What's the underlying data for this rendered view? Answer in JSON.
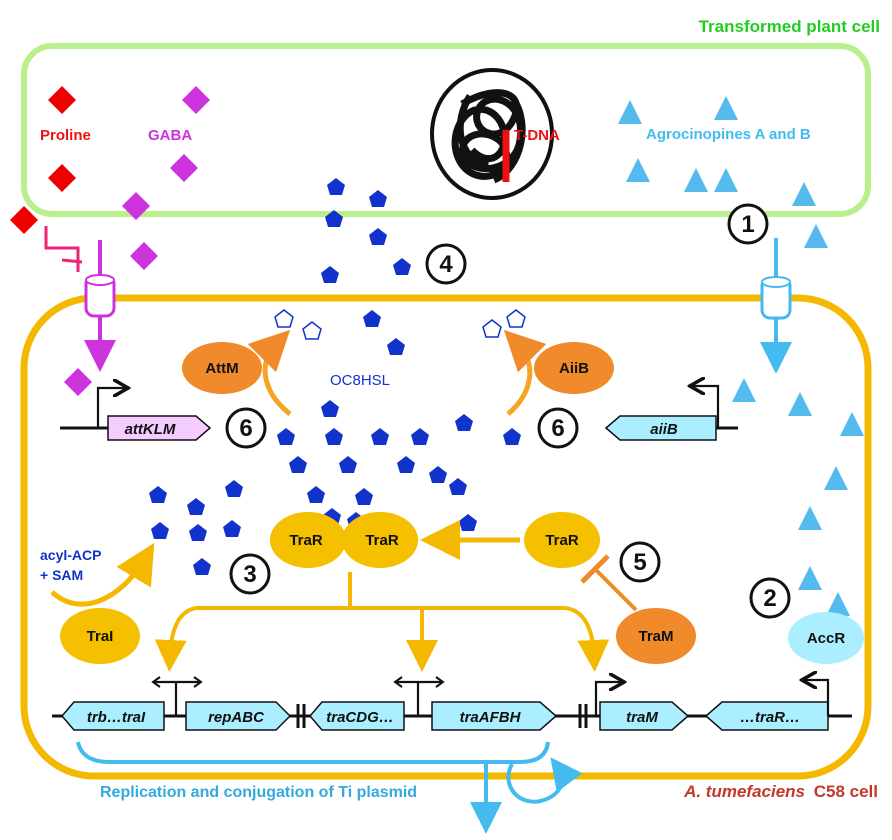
{
  "plant_cell": {
    "label": "Transformed plant cell",
    "color": "#33cc33"
  },
  "bacterial_cell": {
    "label_species": "A. tumefaciens",
    "label_strain": "C58 cell",
    "color": "#c0392b"
  },
  "molecules": {
    "proline": "Proline",
    "gaba": "GABA",
    "tdna": "T-DNA",
    "agrocinopines": "Agrocinopines A and B",
    "signal": "OC8HSL",
    "acyl_acp": "acyl-ACP",
    "sam": "+ SAM"
  },
  "proteins": {
    "attm": "AttM",
    "aiib": "AiiB",
    "trar1": "TraR",
    "trar2": "TraR",
    "trar_free": "TraR",
    "trai": "TraI",
    "tram": "TraM",
    "accr": "AccR"
  },
  "genes": {
    "attklm": "attKLM",
    "aiib": "aiiB",
    "trb_trai": "trb…traI",
    "repabc": "repABC",
    "tracdg": "traCDG…",
    "traafbh": "traAFBH",
    "tram": "traM",
    "trar": "…traR…"
  },
  "steps": [
    "1",
    "2",
    "3",
    "4",
    "5",
    "6",
    "6"
  ],
  "footer": {
    "replication": "Replication and conjugation of Ti plasmid"
  },
  "colors": {
    "proline": "#ee0000",
    "gaba": "#cc33dd",
    "agrocinopine": "#55bbee",
    "signal": "#1133cc",
    "gene_fill": "#aaeeff",
    "attklm_fill": "#f5ccff",
    "trar": "#f5c000",
    "degradation": "#f08030",
    "accr": "#aaeeff",
    "cell_border": "#f5b800"
  }
}
